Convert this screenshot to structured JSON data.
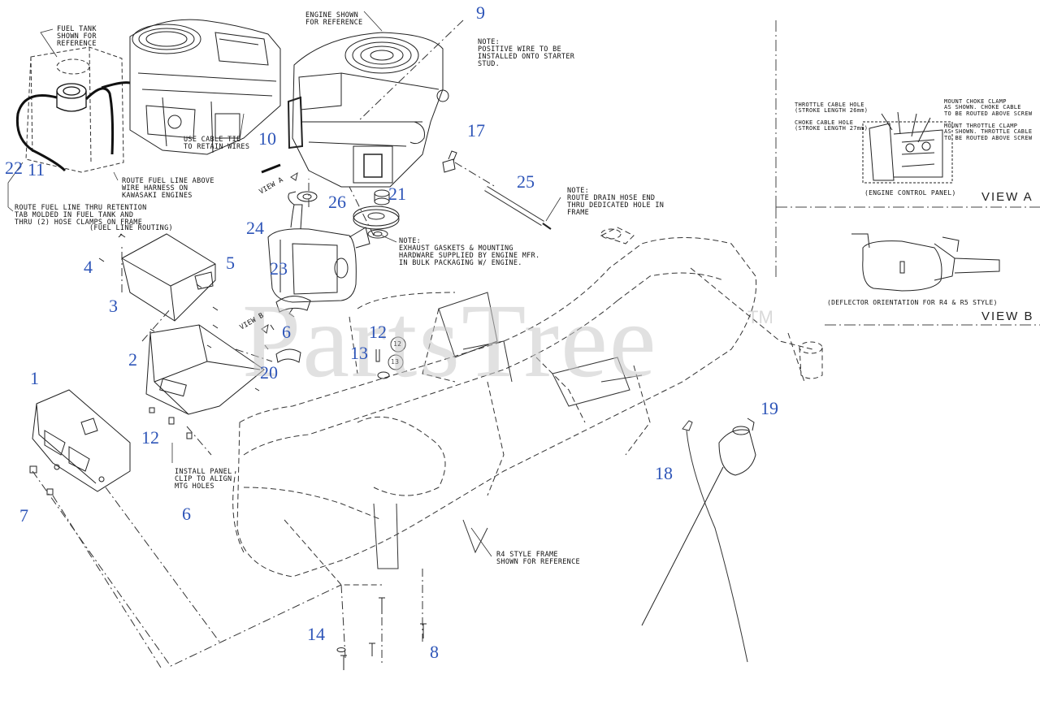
{
  "watermark": {
    "text": "PartsTree",
    "tm": "TM"
  },
  "callouts": {
    "c1": "1",
    "c2": "2",
    "c3": "3",
    "c4": "4",
    "c5": "5",
    "c6a": "6",
    "c6b": "6",
    "c7": "7",
    "c8": "8",
    "c9": "9",
    "c10": "10",
    "c11": "11",
    "c12a": "12",
    "c12b": "12",
    "c13": "13",
    "c14": "14",
    "c17": "17",
    "c18": "18",
    "c19": "19",
    "c20": "20",
    "c21": "21",
    "c22": "22",
    "c23": "23",
    "c24": "24",
    "c25": "25",
    "c26": "26",
    "circle12": "12",
    "circle13": "13"
  },
  "notes": {
    "fuel_tank": "FUEL TANK\nSHOWN FOR\nREFERENCE",
    "engine_shown": "ENGINE SHOWN\nFOR REFERENCE",
    "positive_wire": "NOTE:\nPOSITIVE WIRE TO BE\nINSTALLED ONTO STARTER\nSTUD.",
    "cable_tie": "USE CABLE TIE\nTO RETAIN WIRES",
    "route_above": "ROUTE FUEL LINE ABOVE\nWIRE HARNESS ON\nKAWASAKI ENGINES",
    "route_thru": "ROUTE FUEL LINE THRU RETENTION\nTAB MOLDED IN FUEL TANK AND\nTHRU (2) HOSE CLAMPS ON FRAME",
    "fuel_routing": "(FUEL LINE ROUTING)",
    "view_a_arrow": "VIEW A",
    "view_b_arrow": "VIEW B",
    "drain_hose": "NOTE:\nROUTE DRAIN HOSE END\nTHRU DEDICATED HOLE IN\nFRAME",
    "exhaust": "NOTE:\nEXHAUST GASKETS & MOUNTING\nHARDWARE SUPPLIED BY ENGINE MFR.\nIN BULK PACKAGING W/ ENGINE.",
    "panel_clip": "INSTALL PANEL\nCLIP TO ALIGN\nMTG HOLES",
    "frame_ref": "R4 STYLE FRAME\nSHOWN FOR REFERENCE"
  },
  "view_a": {
    "label": "VIEW A",
    "caption": "(ENGINE CONTROL PANEL)",
    "throttle_hole": "THROTTLE CABLE HOLE\n(STROKE LENGTH 26mm)",
    "choke_hole": "CHOKE CABLE HOLE\n(STROKE LENGTH 27mm)",
    "choke_clamp": "MOUNT CHOKE CLAMP\nAS SHOWN. CHOKE CABLE\nTO BE ROUTED ABOVE SCREW",
    "throttle_clamp": "MOUNT THROTTLE CLAMP\nAS SHOWN. THROTTLE CABLE\nTO BE ROUTED ABOVE SCREW"
  },
  "view_b": {
    "label": "VIEW B",
    "caption": "(DEFLECTOR ORIENTATION FOR R4 & R5 STYLE)"
  }
}
